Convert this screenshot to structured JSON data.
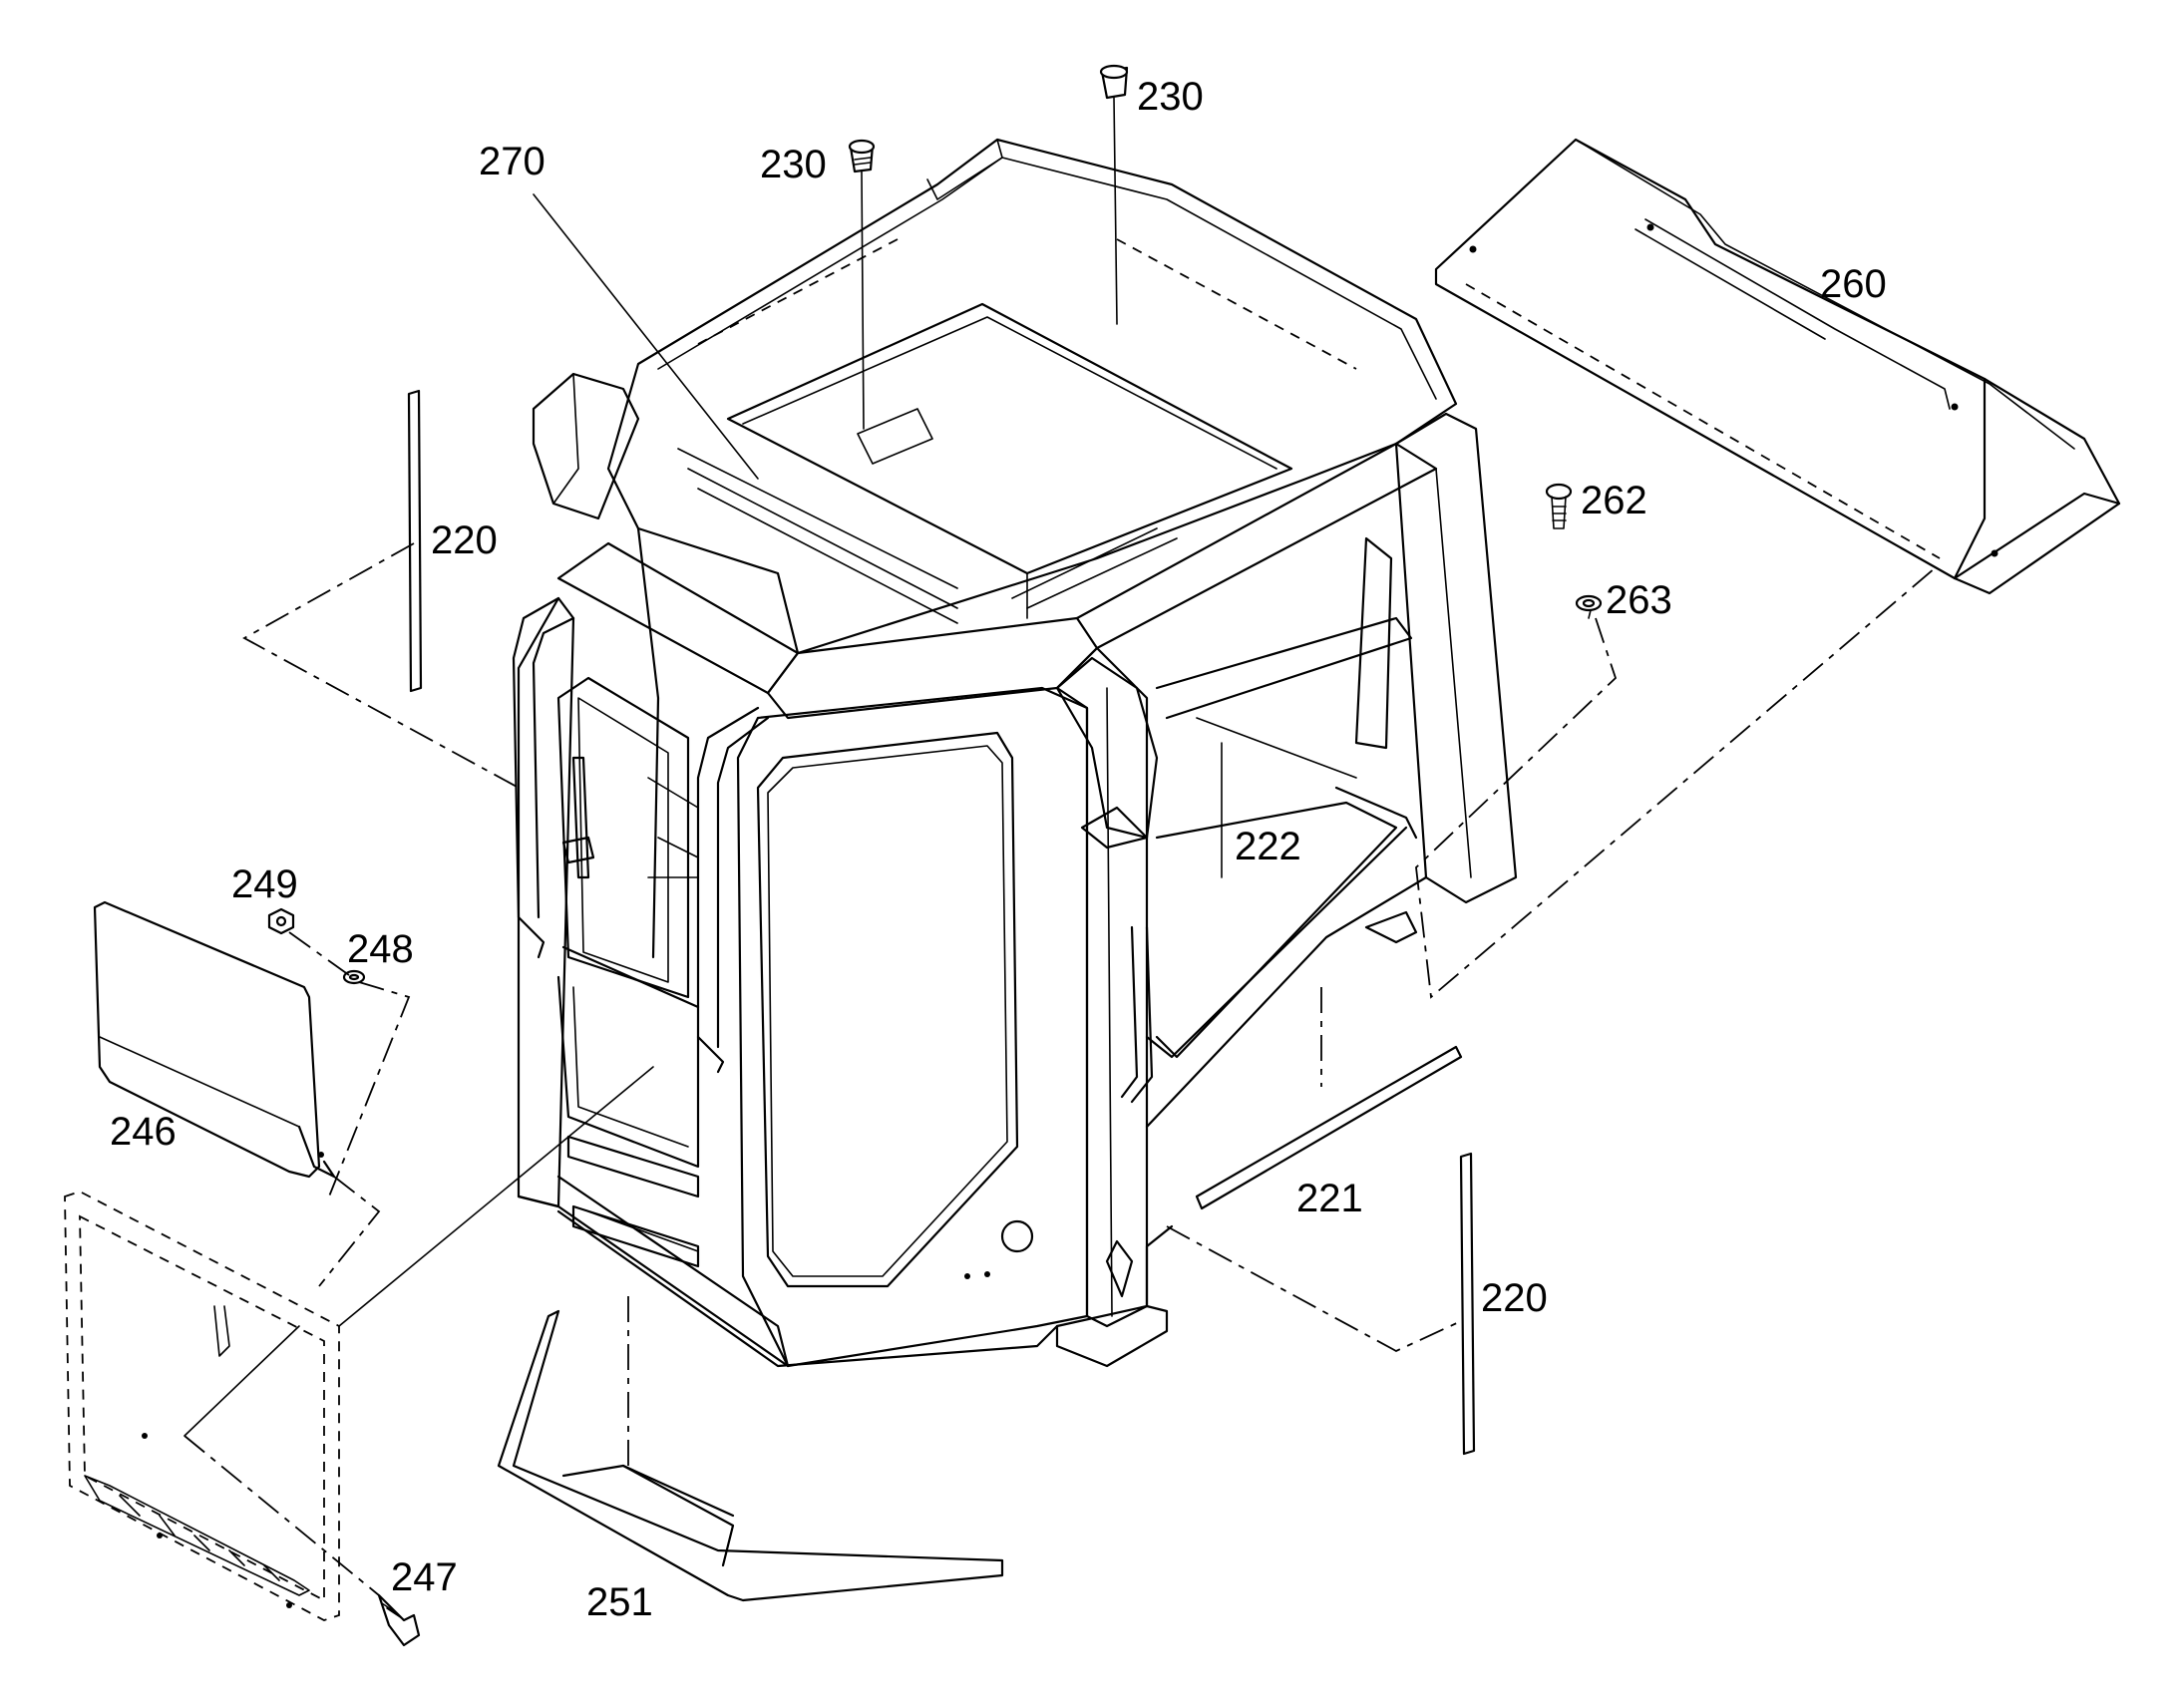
{
  "callouts": [
    {
      "id": "c230a",
      "label": "230"
    },
    {
      "id": "c230b",
      "label": "230"
    },
    {
      "id": "c270",
      "label": "270"
    },
    {
      "id": "c260",
      "label": "260"
    },
    {
      "id": "c220a",
      "label": "220"
    },
    {
      "id": "c262",
      "label": "262"
    },
    {
      "id": "c263",
      "label": "263"
    },
    {
      "id": "c222",
      "label": "222"
    },
    {
      "id": "c249",
      "label": "249"
    },
    {
      "id": "c248",
      "label": "248"
    },
    {
      "id": "c246",
      "label": "246"
    },
    {
      "id": "c221",
      "label": "221"
    },
    {
      "id": "c220b",
      "label": "220"
    },
    {
      "id": "c247",
      "label": "247"
    },
    {
      "id": "c251",
      "label": "251"
    }
  ]
}
